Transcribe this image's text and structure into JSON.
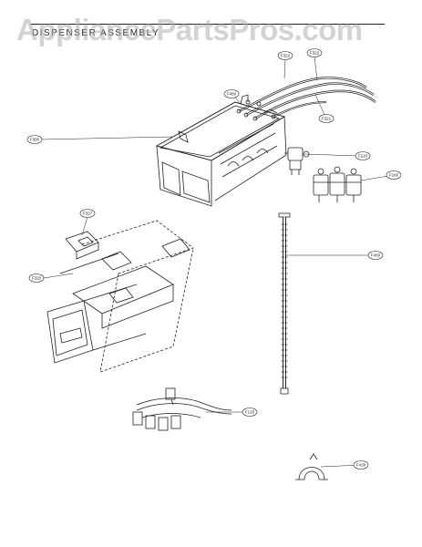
{
  "watermark": "AppliancePartsPros.com",
  "title": "DISPENSER ASSEMBLY",
  "callouts": {
    "f322a": "F322",
    "f322b": "F322",
    "f460": "F460",
    "f321": "F321",
    "f300": "F300",
    "f120": "F120",
    "f160": "F160",
    "f327": "F327",
    "f320": "F320",
    "f450": "F450",
    "f125": "F125",
    "f430": "F430"
  }
}
